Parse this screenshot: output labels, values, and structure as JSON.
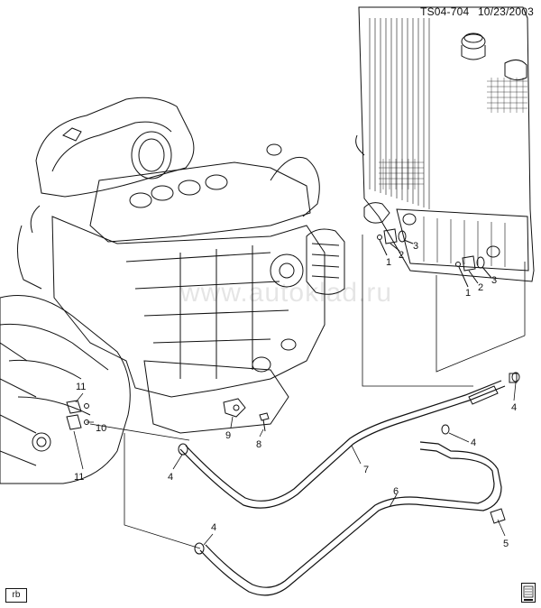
{
  "header": {
    "code": "TS04-704",
    "date": "10/23/2003"
  },
  "watermark": "www.autoklad.ru",
  "corner_tag": "rb",
  "callouts": [
    "1",
    "2",
    "3",
    "1",
    "2",
    "3",
    "4",
    "4",
    "4",
    "4",
    "5",
    "6",
    "7",
    "8",
    "9",
    "10",
    "11",
    "11"
  ],
  "icons": {
    "book": "manual-book-icon"
  }
}
